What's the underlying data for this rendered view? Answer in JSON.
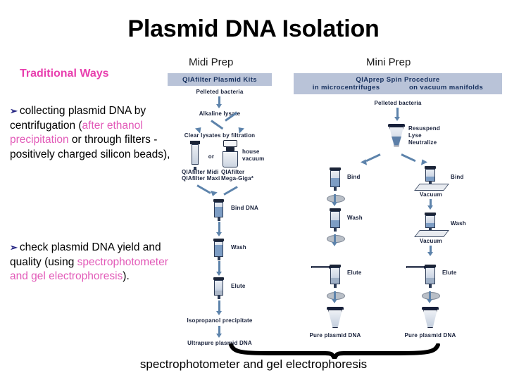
{
  "title": "Plasmid DNA Isolation",
  "traditional_ways_label": "Traditional Ways",
  "bullets": [
    {
      "marker": "➢",
      "segments": [
        {
          "text": "collecting plasmid DNA by centrifugation (",
          "color": "black"
        },
        {
          "text": "after ethanol precipitation",
          "color": "pink"
        },
        {
          "text": " or through filters - positively charged silicon beads),",
          "color": "black"
        }
      ]
    },
    {
      "marker": "➢",
      "segments": [
        {
          "text": "check plasmid DNA yield and quality (using ",
          "color": "black"
        },
        {
          "text": "spectrophotometer and gel electrophoresis",
          "color": "pink"
        },
        {
          "text": ").",
          "color": "black"
        }
      ]
    }
  ],
  "columns": {
    "midi": {
      "caption": "Midi Prep",
      "banner": "QIAfilter Plasmid Kits",
      "steps": [
        "Pelleted bacteria",
        "Alkaline lysate",
        "Clear lysates by filtration",
        "or",
        "house vacuum",
        "QIAfilter Midi QIAfilter Maxi",
        "QIAfilter Mega-Giga*",
        "Bind DNA",
        "Wash",
        "Elute",
        "Isopropanol precipitate",
        "Ultrapure plasmid DNA"
      ],
      "step_labels": {
        "pelleted_bacteria": "Pelleted bacteria",
        "alkaline_lysate": "Alkaline lysate",
        "clear_lysates": "Clear lysates by filtration",
        "or": "or",
        "house_vacuum_line1": "house",
        "house_vacuum_line2": "vacuum",
        "qiafilter_midi": "QIAfilter Midi",
        "qiafilter_maxi": "QIAfilter Maxi",
        "qiafilter_mega_line1": "QIAfilter",
        "qiafilter_mega_line2": "Mega-Giga*",
        "bind_dna": "Bind DNA",
        "wash": "Wash",
        "elute": "Elute",
        "isopropanol": "Isopropanol precipitate",
        "output": "Ultrapure plasmid DNA"
      }
    },
    "mini": {
      "caption": "Mini Prep",
      "banner_line1": "QIAprep Spin Procedure",
      "banner_line2_left": "in microcentrifuges",
      "banner_line2_right": "on vacuum manifolds",
      "step_labels": {
        "pelleted_bacteria": "Pelleted bacteria",
        "resuspend": "Resuspend",
        "lyse": "Lyse",
        "neutralize": "Neutralize",
        "bind": "Bind",
        "wash": "Wash",
        "elute": "Elute",
        "vacuum": "Vacuum",
        "output": "Pure plasmid DNA"
      }
    }
  },
  "bottom_caption": "spectrophotometer and gel electrophoresis",
  "colors": {
    "title": "#000000",
    "traditional_ways": "#e83fae",
    "highlight_pink": "#e25ab8",
    "banner_bg": "#b9c3d8",
    "banner_text": "#16305e",
    "arrow": "#5d83ab",
    "bullet_marker": "#202080"
  }
}
